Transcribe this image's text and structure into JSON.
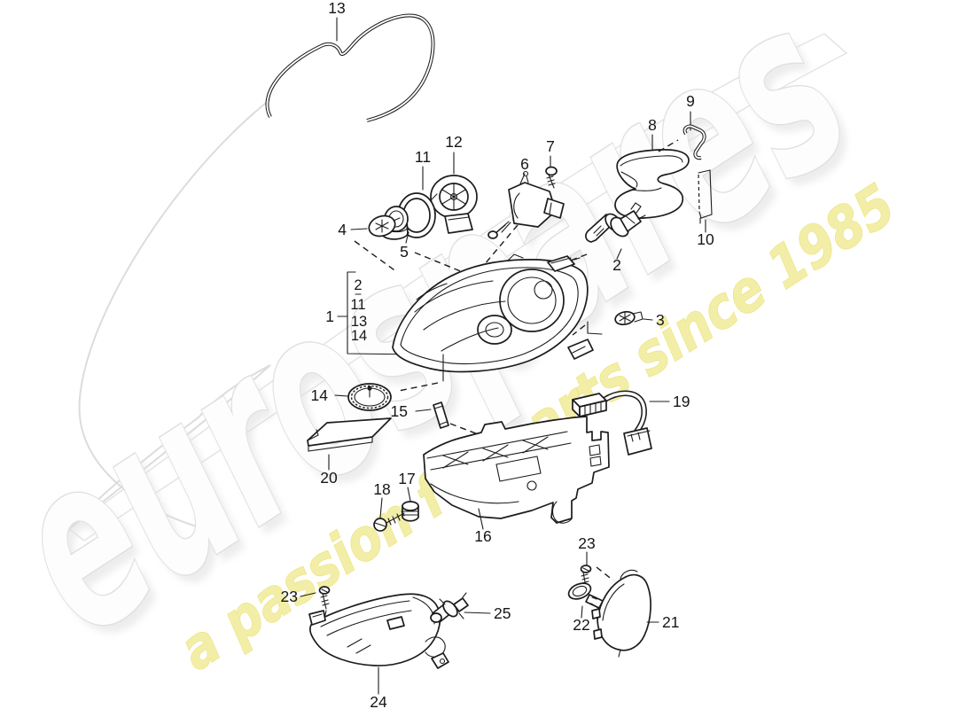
{
  "watermark": {
    "brand": "eurospares",
    "tagline": "a passion for parts since 1985",
    "brand_fill": "#fdfdfd",
    "brand_outline": "#e0e0e0",
    "tagline_fill": "#f2eda0",
    "tagline_outline": "#e7de62",
    "band_edge": "#dcdcdc"
  },
  "callouts": {
    "c1": "1",
    "c2": "2",
    "c3": "3",
    "c4": "4",
    "c5": "5",
    "c6": "6",
    "c7": "7",
    "c8": "8",
    "c9": "9",
    "c10": "10",
    "c11": "11",
    "c12": "12",
    "c13": "13",
    "c14": "14",
    "c15": "15",
    "c16": "16",
    "c17": "17",
    "c18": "18",
    "c19": "19",
    "c20": "20",
    "c21": "21",
    "c22": "22",
    "c23_right": "23",
    "c23_left": "23",
    "c24": "24",
    "c25": "25"
  },
  "group1": {
    "label": "1",
    "item1": "2",
    "item2": "11",
    "item3": "13",
    "item4": "14"
  }
}
